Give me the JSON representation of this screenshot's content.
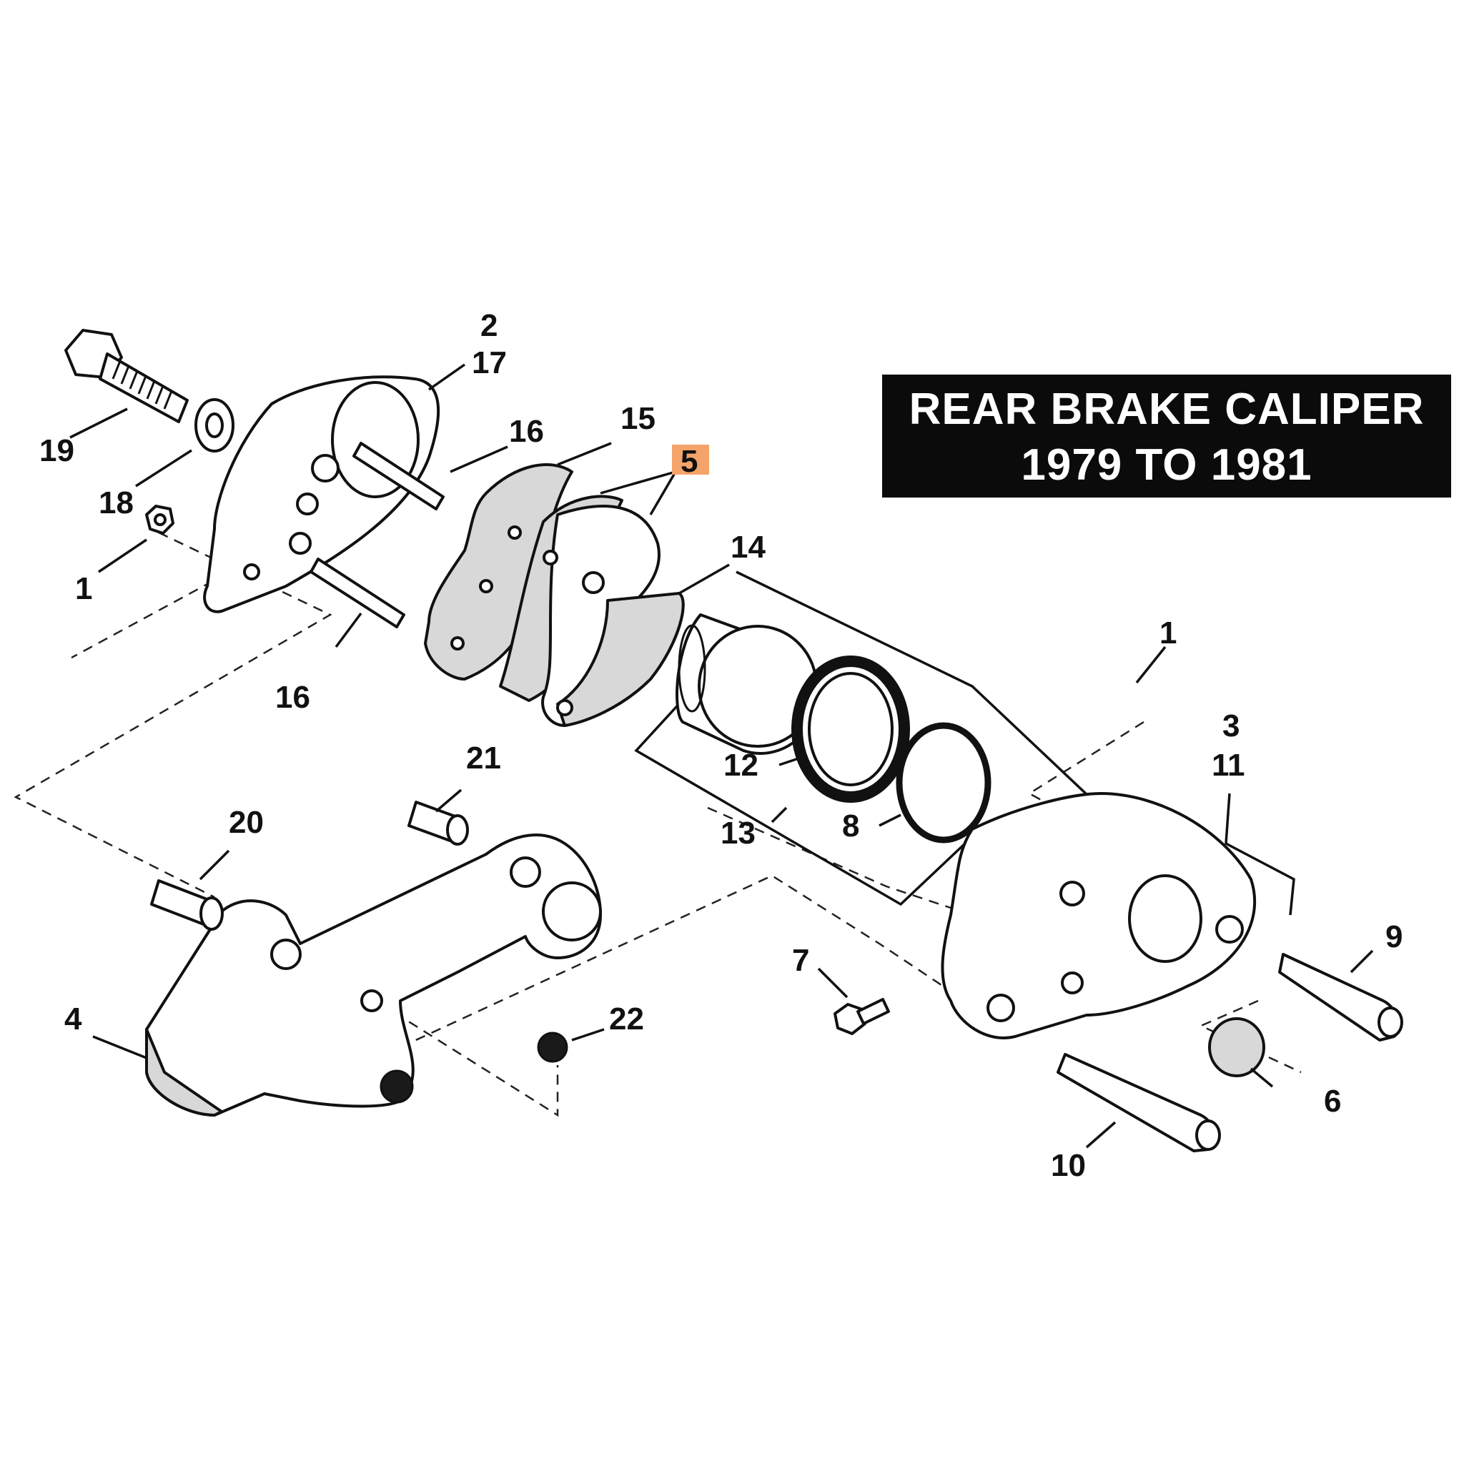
{
  "title": {
    "line1": "REAR BRAKE CALIPER",
    "line2": "1979 TO 1981"
  },
  "callouts": {
    "c1a": "1",
    "c1b": "1",
    "c2": "2",
    "c3": "3",
    "c4": "4",
    "c5": "5",
    "c6": "6",
    "c7": "7",
    "c8": "8",
    "c9": "9",
    "c10": "10",
    "c11": "11",
    "c12": "12",
    "c13": "13",
    "c14": "14",
    "c15": "15",
    "c16a": "16",
    "c16b": "16",
    "c17": "17",
    "c18": "18",
    "c19": "19",
    "c20": "20",
    "c21": "21",
    "c22": "22"
  },
  "highlight": {
    "callout": "5",
    "color": "#f4a46a"
  }
}
